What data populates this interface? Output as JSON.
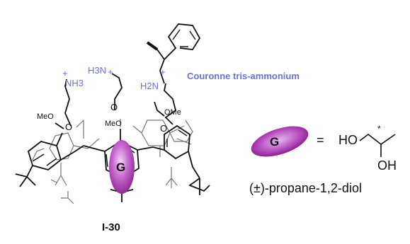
{
  "colors": {
    "amine_label": "#6e6ee6",
    "guest_fill_center": "#e7b7ee",
    "guest_fill_edge": "#8a1e8e",
    "bond": "#111111",
    "back_bond": "#777777"
  },
  "labels": {
    "nh3_left_charge": "+",
    "nh3_left": "NH3",
    "nh3_mid_charge": "+",
    "nh3_mid": "H3N",
    "nh2_charge": "+",
    "nh2": "H2N",
    "crown_label": "Couronne tris-ammonium",
    "meo_left": "MeO",
    "meo_center_o": "O",
    "meo_center": "MeO",
    "ome_right": "OMe",
    "o_left": "O",
    "o_right": "O",
    "guest_in_host": "G",
    "compound_id": "I-30"
  },
  "legend": {
    "guest_symbol": "G",
    "equals": "=",
    "ho": "HO",
    "oh": "OH",
    "stereo_mark": "*",
    "guest_name": "(±)-propane-1,2-diol"
  }
}
